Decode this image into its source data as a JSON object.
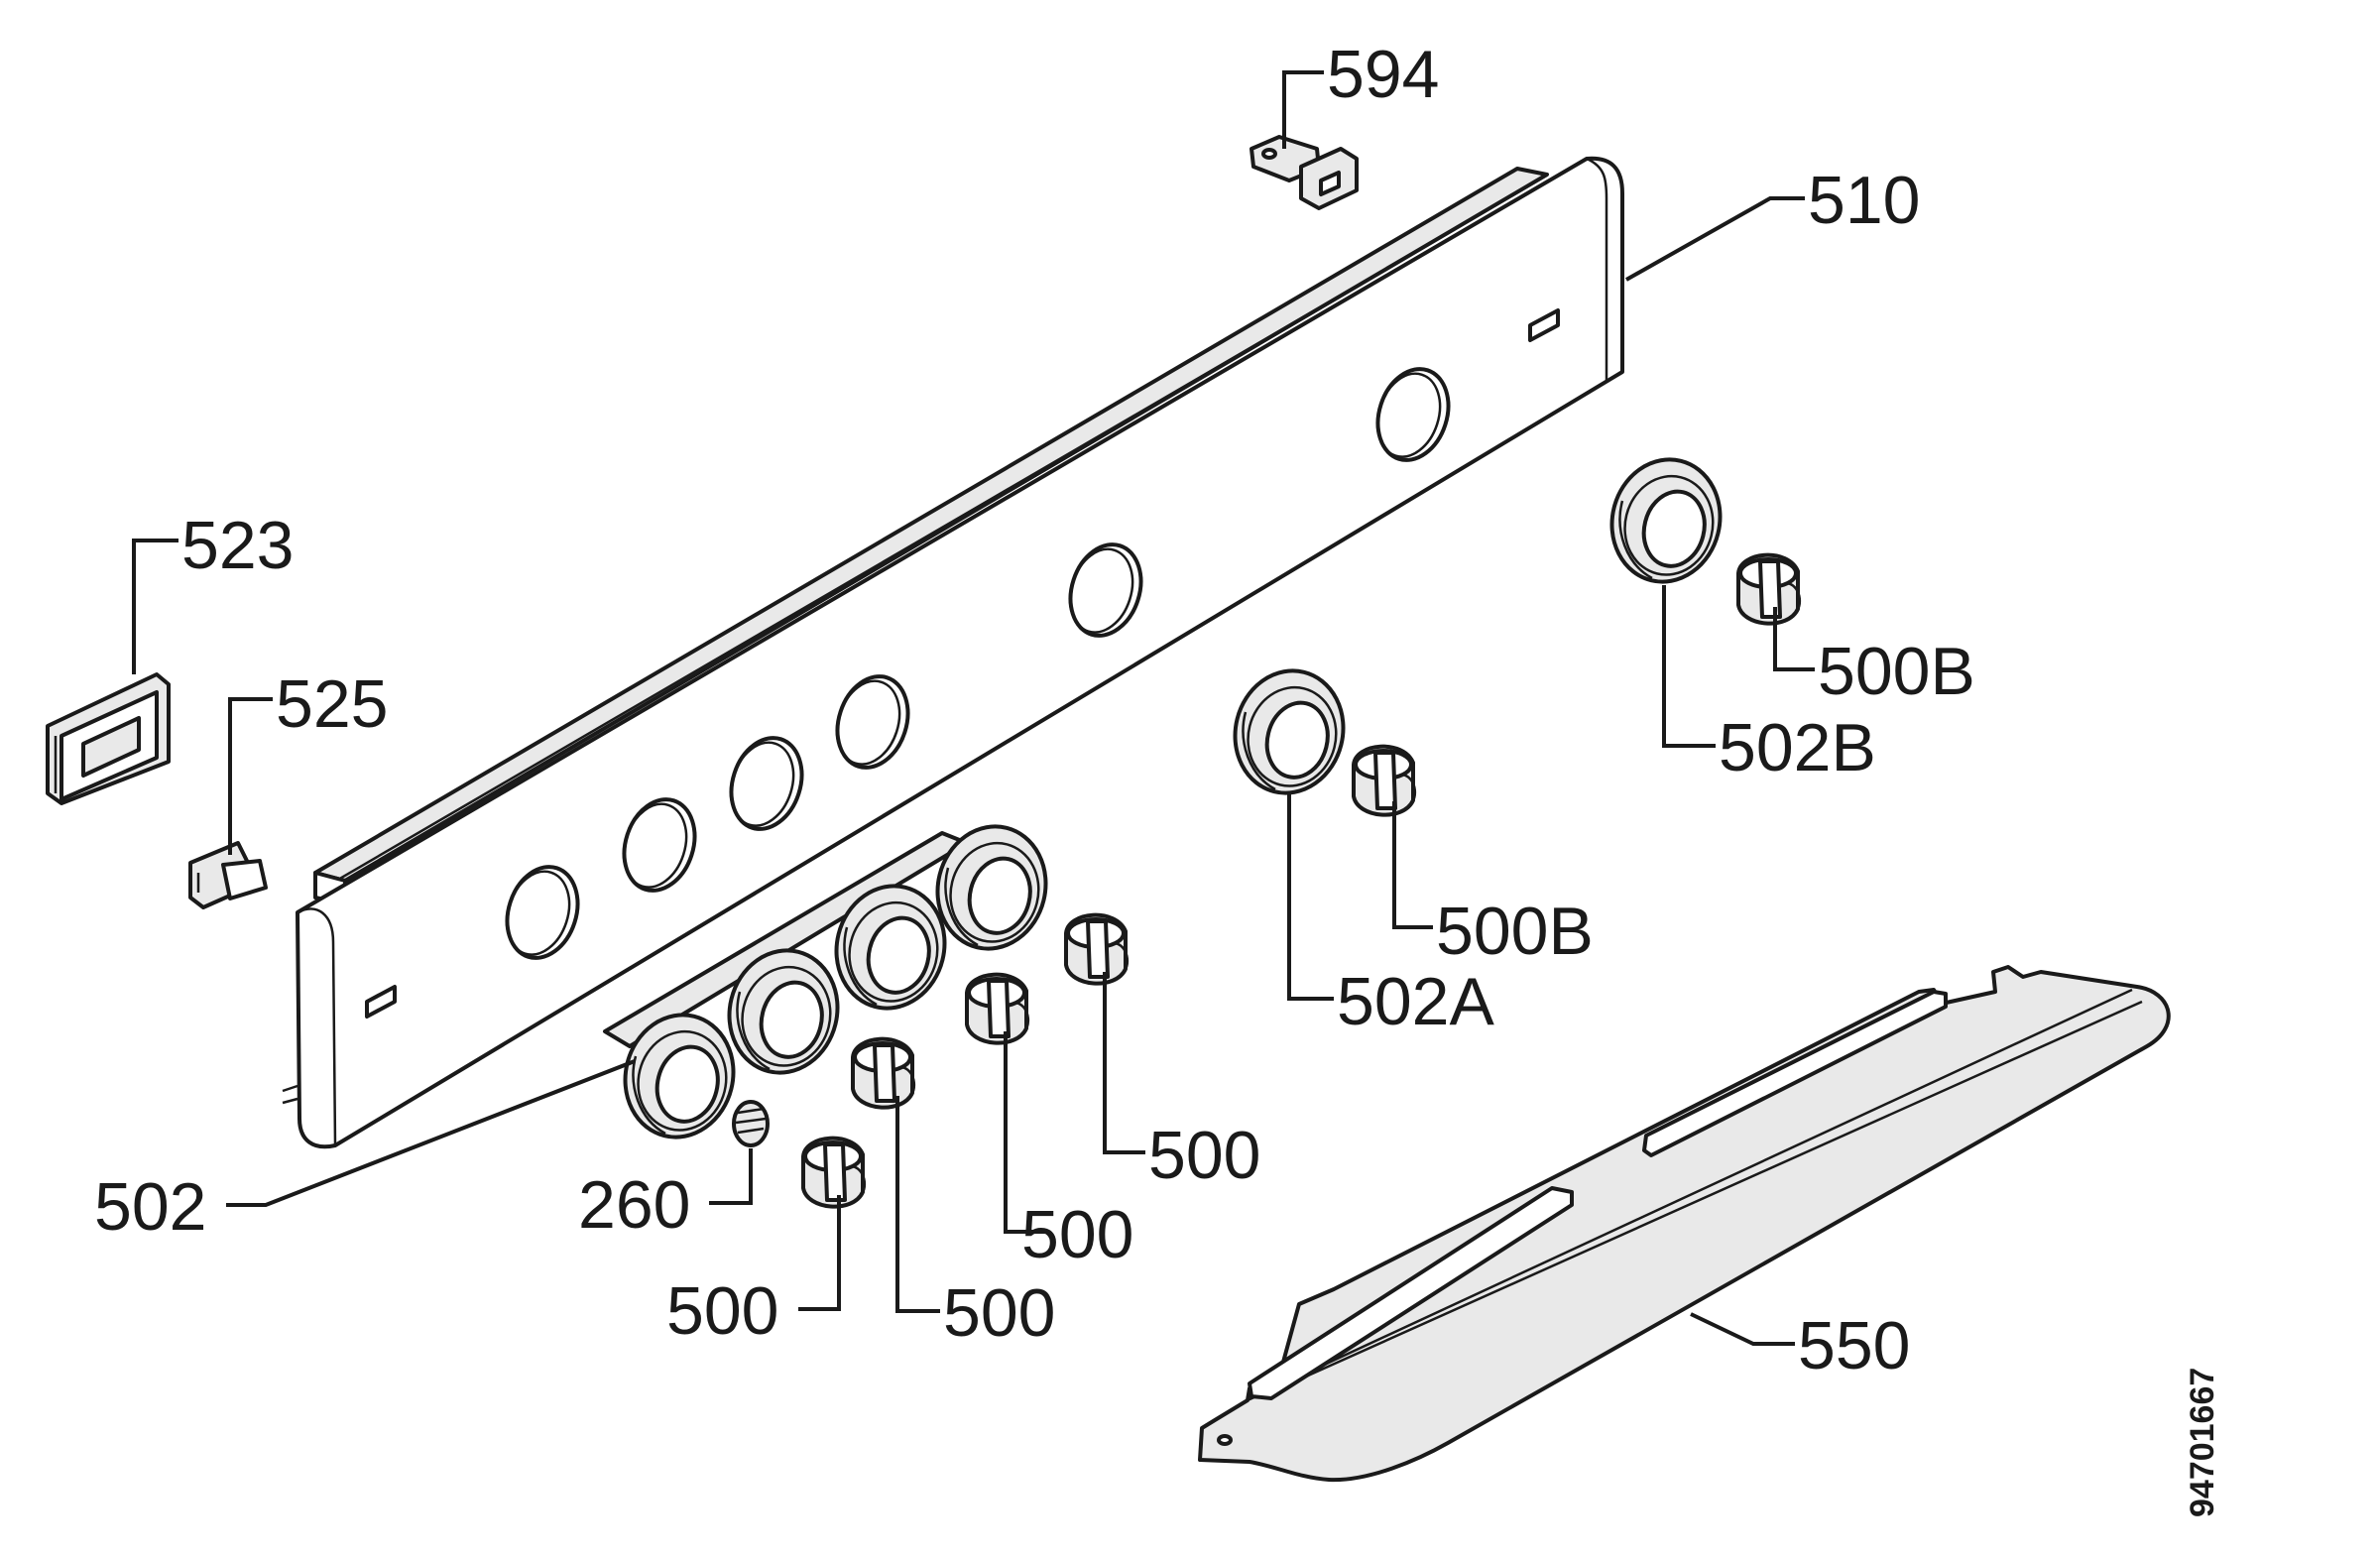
{
  "diagram": {
    "drawing_number": "94701667",
    "colors": {
      "line": "#1a1a1a",
      "fill": "#e9e9e9",
      "paper": "#ffffff"
    },
    "labels": {
      "l594": "594",
      "l510": "510",
      "l523": "523",
      "l525": "525",
      "l500b_right": "500B",
      "l502b": "502B",
      "l500b_mid": "500B",
      "l502a": "502A",
      "l500_a": "500",
      "l500_b": "500",
      "l502": "502",
      "l260": "260",
      "l500_c": "500",
      "l500_d": "500",
      "l550": "550"
    },
    "icons": [
      "control-panel-icon",
      "knob-icon",
      "bezel-ring-icon",
      "switch-icon",
      "indicator-lamp-icon",
      "spring-icon",
      "trim-strip-icon",
      "bracket-icon"
    ]
  }
}
